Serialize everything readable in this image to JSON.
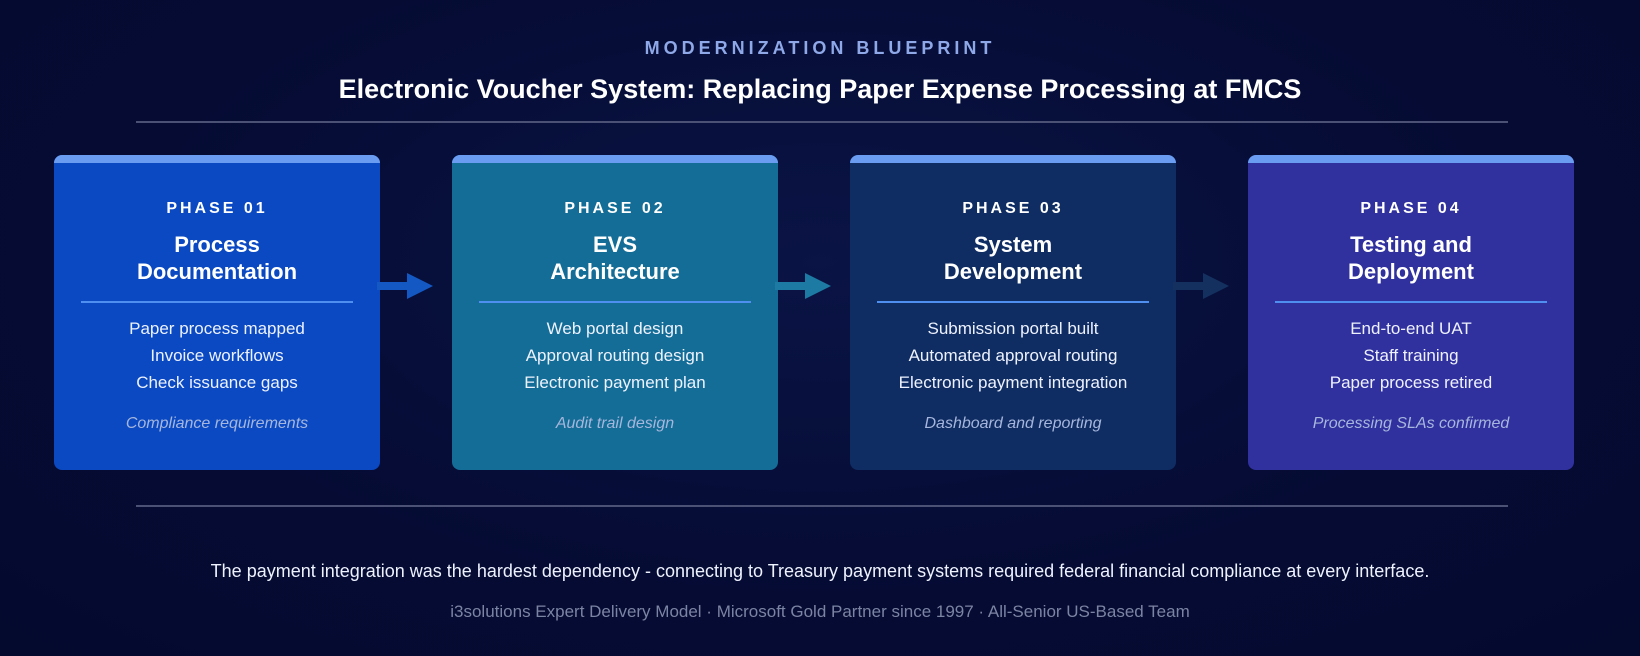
{
  "header": {
    "eyebrow": "MODERNIZATION BLUEPRINT",
    "title": "Electronic Voucher System: Replacing Paper Expense Processing at FMCS"
  },
  "colors": {
    "background": "#050b33",
    "accent_cap": "#6a9cf2",
    "phase1": "#0a49c2",
    "phase2": "#136d96",
    "phase3": "#0f2d63",
    "phase4": "#30309e"
  },
  "phases": [
    {
      "label": "PHASE 01",
      "title_line1": "Process",
      "title_line2": "Documentation",
      "items": [
        "Paper process mapped",
        "Invoice workflows",
        "Check issuance gaps"
      ],
      "note": "Compliance requirements"
    },
    {
      "label": "PHASE 02",
      "title_line1": "EVS",
      "title_line2": "Architecture",
      "items": [
        "Web portal design",
        "Approval routing design",
        "Electronic payment plan"
      ],
      "note": "Audit trail design"
    },
    {
      "label": "PHASE 03",
      "title_line1": "System",
      "title_line2": "Development",
      "items": [
        "Submission portal built",
        "Automated approval routing",
        "Electronic payment integration"
      ],
      "note": "Dashboard and reporting"
    },
    {
      "label": "PHASE 04",
      "title_line1": "Testing and",
      "title_line2": "Deployment",
      "items": [
        "End-to-end UAT",
        "Staff training",
        "Paper process retired"
      ],
      "note": "Processing SLAs confirmed"
    }
  ],
  "arrows": [
    {
      "color": "#1458c4"
    },
    {
      "color": "#1c7aa3"
    },
    {
      "color": "#14305f"
    }
  ],
  "footer": {
    "insight": "The payment integration was the hardest dependency - connecting to Treasury payment systems required federal financial compliance at every interface.",
    "credit": "i3solutions Expert Delivery Model · Microsoft Gold Partner since 1997 · All-Senior US-Based Team"
  }
}
